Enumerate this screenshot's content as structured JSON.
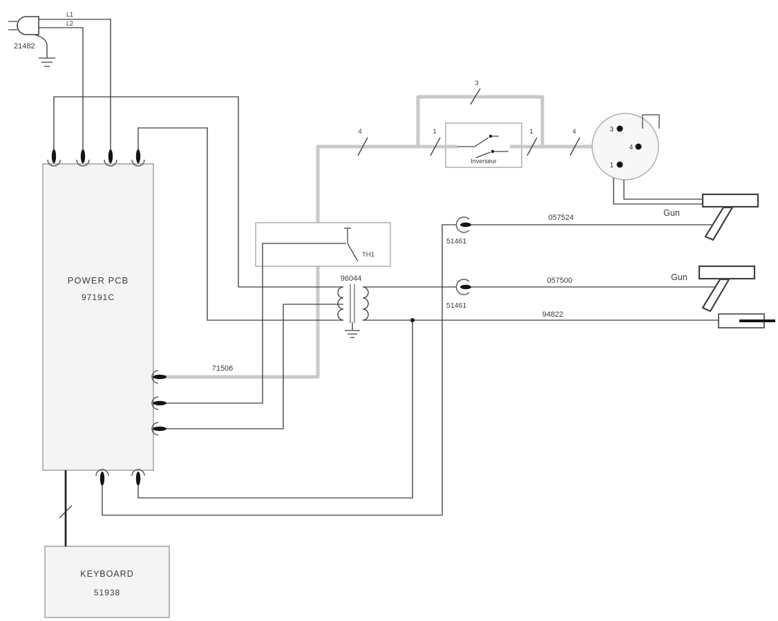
{
  "labels": {
    "plug": "21482",
    "l1": "L1",
    "l2": "L2",
    "pcb_title": "POWER PCB",
    "pcb_part": "97191C",
    "keyboard_title": "KEYBOARD",
    "keyboard_part": "51938",
    "thermal": "TH1",
    "transformer": "96044",
    "selector": "Inverseur",
    "cable_pcb_selector": "71506",
    "mark_left_outer": "4",
    "mark_left_inner": "1",
    "mark_bridge": "3",
    "mark_right_inner": "1",
    "mark_right_outer": "4",
    "pin_top": "3",
    "pin_mid": "4",
    "pin_bot": "1",
    "cable_gun1": "057524",
    "cable_gun2": "057500",
    "cable_electrode": "94822",
    "conn_gun1": "51461",
    "conn_gun2": "51461",
    "gun1": "Gun",
    "gun2": "Gun"
  },
  "colors": {
    "cable_highlight": "#c9c9c9",
    "wire": "#3d3d3d",
    "module_fill": "#f4f4f4",
    "module_stroke": "#9a9a9a"
  }
}
